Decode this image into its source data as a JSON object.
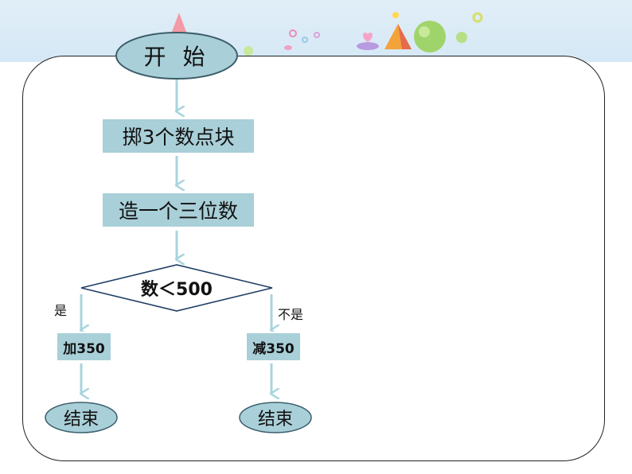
{
  "flowchart": {
    "start": "开  始",
    "step1": "掷3个数点块",
    "step2": "造一个三位数",
    "decision": "数＜500",
    "yes_label": "是",
    "no_label": "不是",
    "yes_action": "加350",
    "no_action": "减350",
    "end_left": "结束",
    "end_right": "结束"
  },
  "colors": {
    "node_fill": "#a9cfd8",
    "ellipse_stroke": "#3b5e6b",
    "arrow": "#a8d4de",
    "banner": "#d9eaf6"
  }
}
